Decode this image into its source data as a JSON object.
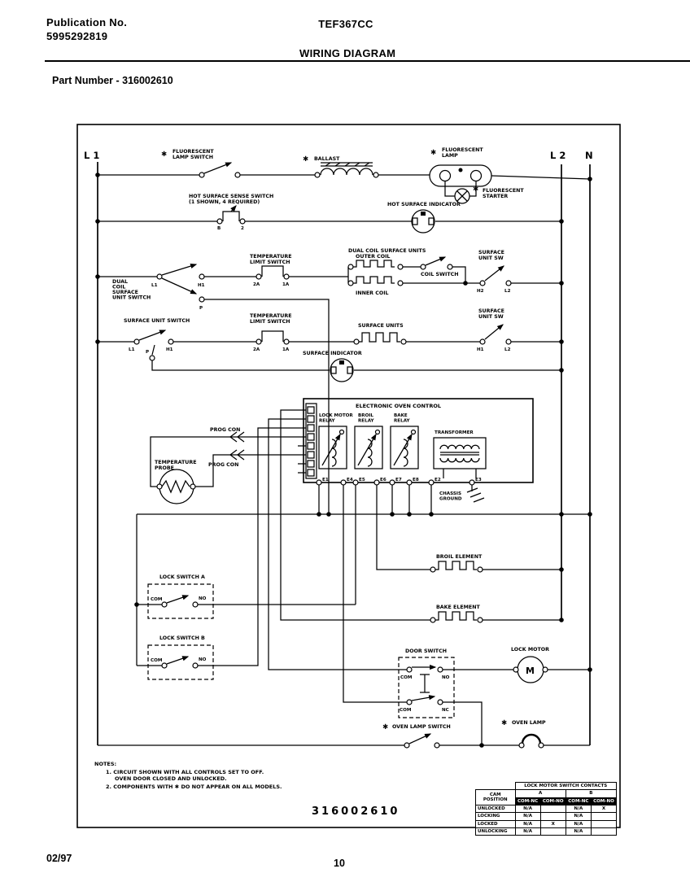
{
  "header": {
    "publication_label": "Publication No.",
    "publication_number": "5995292819",
    "model": "TEF367CC",
    "title": "WIRING DIAGRAM",
    "part_number": "Part Number - 316002610"
  },
  "footer": {
    "date": "02/97",
    "page": "10"
  },
  "diagram": {
    "part_number": "316002610",
    "buses": {
      "l1": "L 1",
      "l2": "L 2",
      "n": "N"
    },
    "asterisk": "✱",
    "components": {
      "fluorescent_lamp_switch": "FLUORESCENT\nLAMP SWITCH",
      "ballast": "BALLAST",
      "fluorescent_lamp": "FLUORESCENT\nLAMP",
      "fluorescent_starter": "FLUORESCENT\nSTARTER",
      "hot_surface_sense_switch": "HOT SURFACE SENSE SWITCH\n(1 SHOWN, 4 REQUIRED)",
      "hot_surface_indicator": "HOT SURFACE INDICATOR",
      "dual_coil_surface_unit_switch": "DUAL\nCOIL\nSURFACE\nUNIT SWITCH",
      "temperature_limit_switch": "TEMPERATURE\nLIMIT SWITCH",
      "dual_coil_surface_units": "DUAL COIL SURFACE UNITS",
      "outer_coil": "OUTER COIL",
      "inner_coil": "INNER COIL",
      "coil_switch": "COIL SWITCH",
      "surface_unit_sw": "SURFACE\nUNIT SW",
      "surface_unit_switch": "SURFACE UNIT SWITCH",
      "surface_units": "SURFACE UNITS",
      "surface_indicator": "SURFACE INDICATOR",
      "electronic_oven_control": "ELECTRONIC OVEN CONTROL",
      "lock_motor_relay": "LOCK MOTOR\nRELAY",
      "broil_relay": "BROIL\nRELAY",
      "bake_relay": "BAKE\nRELAY",
      "transformer": "TRANSFORMER",
      "chassis_ground": "CHASSIS\nGROUND",
      "prog_con": "PROG CON",
      "temperature_probe": "TEMPERATURE\nPROBE",
      "broil_element": "BROIL ELEMENT",
      "bake_element": "BAKE ELEMENT",
      "lock_switch_a": "LOCK SWITCH A",
      "lock_switch_b": "LOCK SWITCH B",
      "door_switch": "DOOR SWITCH",
      "lock_motor": "LOCK MOTOR",
      "oven_lamp_switch": "OVEN LAMP SWITCH",
      "oven_lamp": "OVEN LAMP"
    },
    "terminals": {
      "l1": "L1",
      "h1": "H1",
      "p": "P",
      "t2a": "2A",
      "t1a": "1A",
      "h2": "H2",
      "l2": "L2",
      "b": "B",
      "t2": "2",
      "e1": "E1",
      "e2": "E2",
      "e3": "E3",
      "e4": "E4",
      "e5": "E5",
      "e6": "E6",
      "e7": "E7",
      "e8": "E8",
      "com": "COM",
      "no": "NO",
      "nc": "NC",
      "m": "M"
    }
  },
  "notes": {
    "title": "NOTES:",
    "line1": "1. CIRCUIT SHOWN WITH ALL CONTROLS SET TO OFF.",
    "line2": "OVEN DOOR CLOSED AND UNLOCKED.",
    "line3": "2. COMPONENTS WITH ✱ DO NOT APPEAR ON ALL MODELS."
  },
  "contacts_table": {
    "title": "LOCK MOTOR SWITCH CONTACTS",
    "cam_position": "CAM\nPOSITION",
    "group_a": "A",
    "group_b": "B",
    "columns": [
      "COM-NC",
      "COM-NO",
      "COM-NC",
      "COM-NO"
    ],
    "rows": [
      {
        "label": "UNLOCKED",
        "values": [
          "N/A",
          "",
          "N/A",
          "X"
        ]
      },
      {
        "label": "LOCKING",
        "values": [
          "N/A",
          "",
          "N/A",
          ""
        ]
      },
      {
        "label": "LOCKED",
        "values": [
          "N/A",
          "X",
          "N/A",
          ""
        ]
      },
      {
        "label": "UNLOCKING",
        "values": [
          "N/A",
          "",
          "N/A",
          ""
        ]
      }
    ]
  }
}
